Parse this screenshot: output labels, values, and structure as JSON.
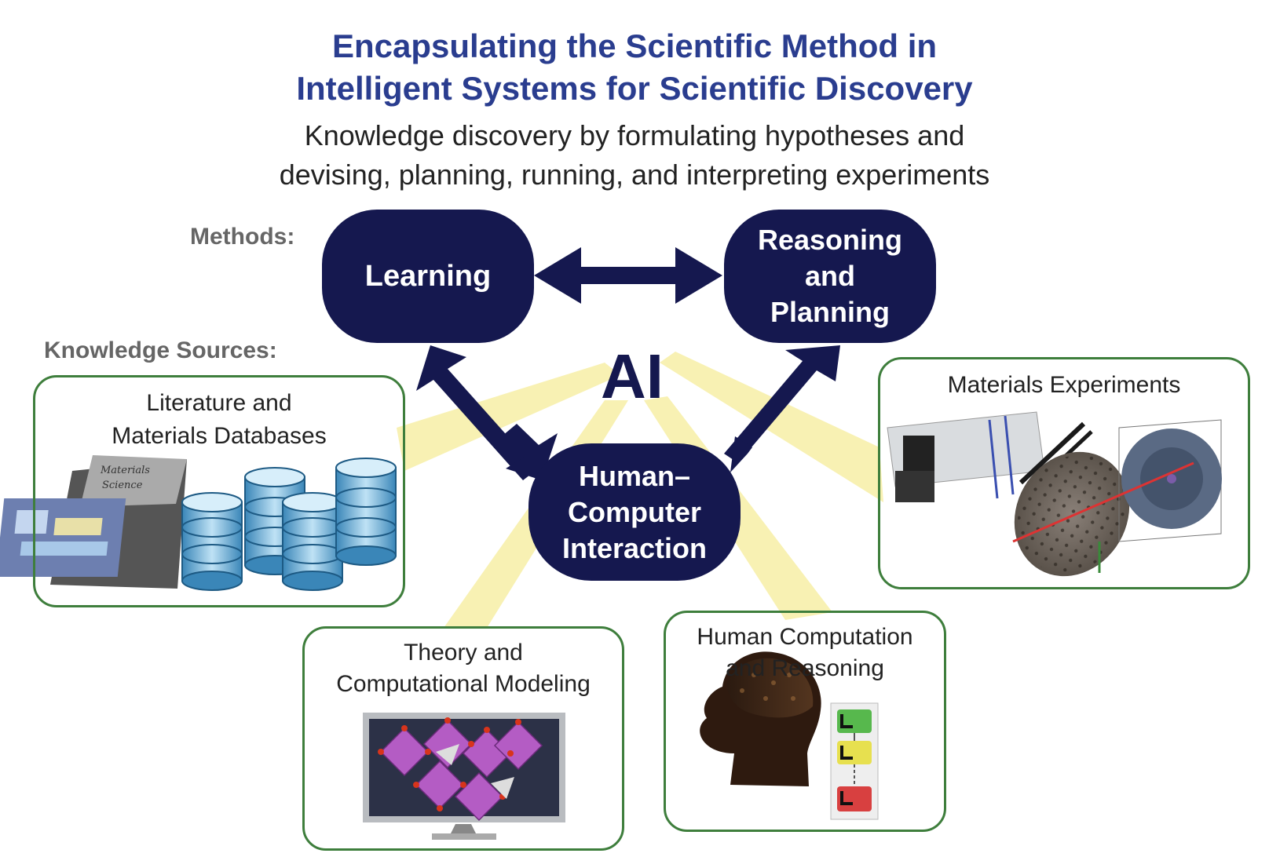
{
  "title": {
    "line1": "Encapsulating the Scientific Method in",
    "line2": "Intelligent Systems for Scientific Discovery"
  },
  "subtitle": {
    "line1": "Knowledge discovery by formulating hypotheses and",
    "line2": "devising, planning, running, and interpreting experiments"
  },
  "labels": {
    "methods": "Methods:",
    "knowledge_sources": "Knowledge Sources:",
    "ai": "AI"
  },
  "methods": {
    "learning": "Learning",
    "reasoning": [
      "Reasoning",
      "and",
      "Planning"
    ],
    "hci": [
      "Human–",
      "Computer",
      "Interaction"
    ]
  },
  "sources": {
    "literature": [
      "Literature and",
      "Materials Databases"
    ],
    "book_text": [
      "Materials",
      "Science"
    ],
    "experiments": [
      "Materials Experiments"
    ],
    "theory": [
      "Theory and",
      "Computational Modeling"
    ],
    "human": [
      "Human Computation",
      "and Reasoning"
    ]
  },
  "colors": {
    "title": "#2a3d8f",
    "node_fill": "#15184f",
    "source_border": "#3e7e3c",
    "ray": "#f8f1b3"
  },
  "icons": {
    "database": "database-cylinder-icon",
    "book": "book-icon",
    "instrument": "instrument-icon",
    "monitor": "monitor-icon",
    "head": "human-head-icon",
    "flowchart": "flowchart-icon"
  }
}
